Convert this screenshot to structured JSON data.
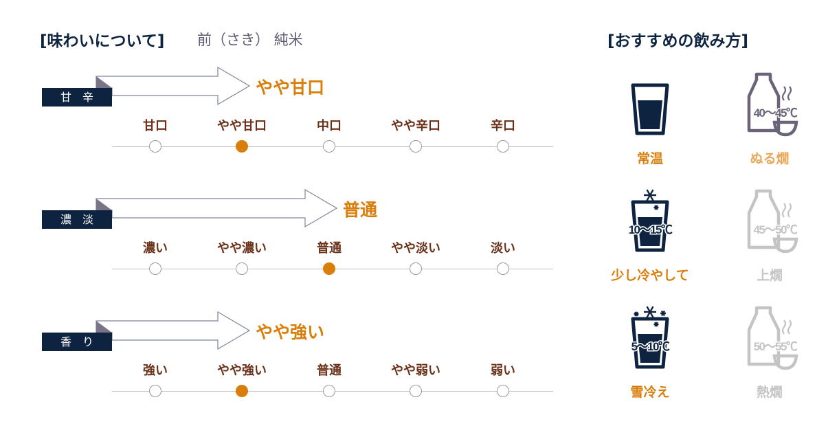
{
  "header": {
    "title": "[味わいについて]",
    "subtitle": "前（さき） 純米"
  },
  "taste_rows": [
    {
      "tag": "甘　辛",
      "result": "やや甘口",
      "options": [
        "甘口",
        "やや甘口",
        "中口",
        "やや辛口",
        "辛口"
      ],
      "selected_index": 1
    },
    {
      "tag": "濃　淡",
      "result": "普通",
      "options": [
        "濃い",
        "やや濃い",
        "普通",
        "やや淡い",
        "淡い"
      ],
      "selected_index": 2
    },
    {
      "tag": "香　り",
      "result": "やや強い",
      "options": [
        "強い",
        "やや強い",
        "普通",
        "やや弱い",
        "弱い"
      ],
      "selected_index": 1
    }
  ],
  "serving": {
    "title": "[おすすめの飲み方]",
    "items": [
      {
        "label": "常温",
        "icon": "glass-icon",
        "temp": "",
        "color": "#d97e0a",
        "icon_color": "#0e2340"
      },
      {
        "label": "ぬる燗",
        "icon": "sake-bottle-icon",
        "temp": "40〜45℃",
        "color": "#e8a95a",
        "icon_color": "#6b6478"
      },
      {
        "label": "少し冷やして",
        "icon": "chilled-glass-icon",
        "temp": "10〜15℃",
        "color": "#d97e0a",
        "icon_color": "#0e2340"
      },
      {
        "label": "上燗",
        "icon": "sake-bottle-icon",
        "temp": "45〜50℃",
        "color": "#c4c4c4",
        "icon_color": "#c4c4c4"
      },
      {
        "label": "雪冷え",
        "icon": "iced-glass-icon",
        "temp": "5〜10℃",
        "color": "#d97e0a",
        "icon_color": "#0e2340"
      },
      {
        "label": "熱燗",
        "icon": "sake-bottle-icon",
        "temp": "50〜55℃",
        "color": "#c4c4c4",
        "icon_color": "#c4c4c4"
      }
    ]
  },
  "colors": {
    "navy": "#0e2340",
    "accent": "#d97e0a",
    "option_text": "#6b3118",
    "fold": "#7b7488"
  }
}
